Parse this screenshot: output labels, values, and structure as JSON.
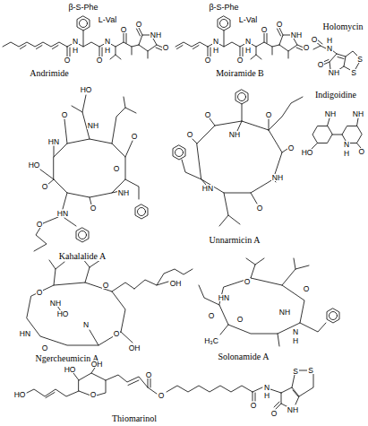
{
  "diagram": {
    "labels": [
      "β-S-Phe",
      "L-Val",
      "O",
      "N",
      "H",
      "O",
      "N",
      "H",
      "O",
      "O",
      "NH",
      "O",
      "Andrimide",
      "β-S-Phe",
      "L-Val",
      "O",
      "N",
      "H",
      "O",
      "N",
      "H",
      "O",
      "O",
      "NH",
      "O",
      "Moiramide B",
      "Holomycin",
      "O",
      "H",
      "N",
      "O",
      "NH",
      "S",
      "S",
      "HO",
      "O",
      "NH",
      "HN",
      "O",
      "O",
      "HO",
      "O",
      "NH",
      "O",
      "HN",
      "O",
      "Kahalalide A",
      "O",
      "NH",
      "O",
      "O",
      "NH",
      "O",
      "HN",
      "O",
      "Unnarmicin A",
      "Indigoidine",
      "NH",
      "NH",
      "HO",
      "N",
      "H",
      "O",
      "O",
      "NH",
      "HO",
      "O",
      "OH",
      "HN",
      "O",
      "N",
      "O",
      "OH",
      "Ngercheumicin A",
      "O",
      "HN",
      "O",
      "O",
      "NH",
      "O",
      "H₃C",
      "N",
      "H",
      "Solonamide A",
      "HO",
      "HO",
      "OH",
      "O",
      "O",
      "O",
      "O",
      "N",
      "H",
      "S",
      "S",
      "NH",
      "O",
      "Thiomarinol"
    ]
  }
}
